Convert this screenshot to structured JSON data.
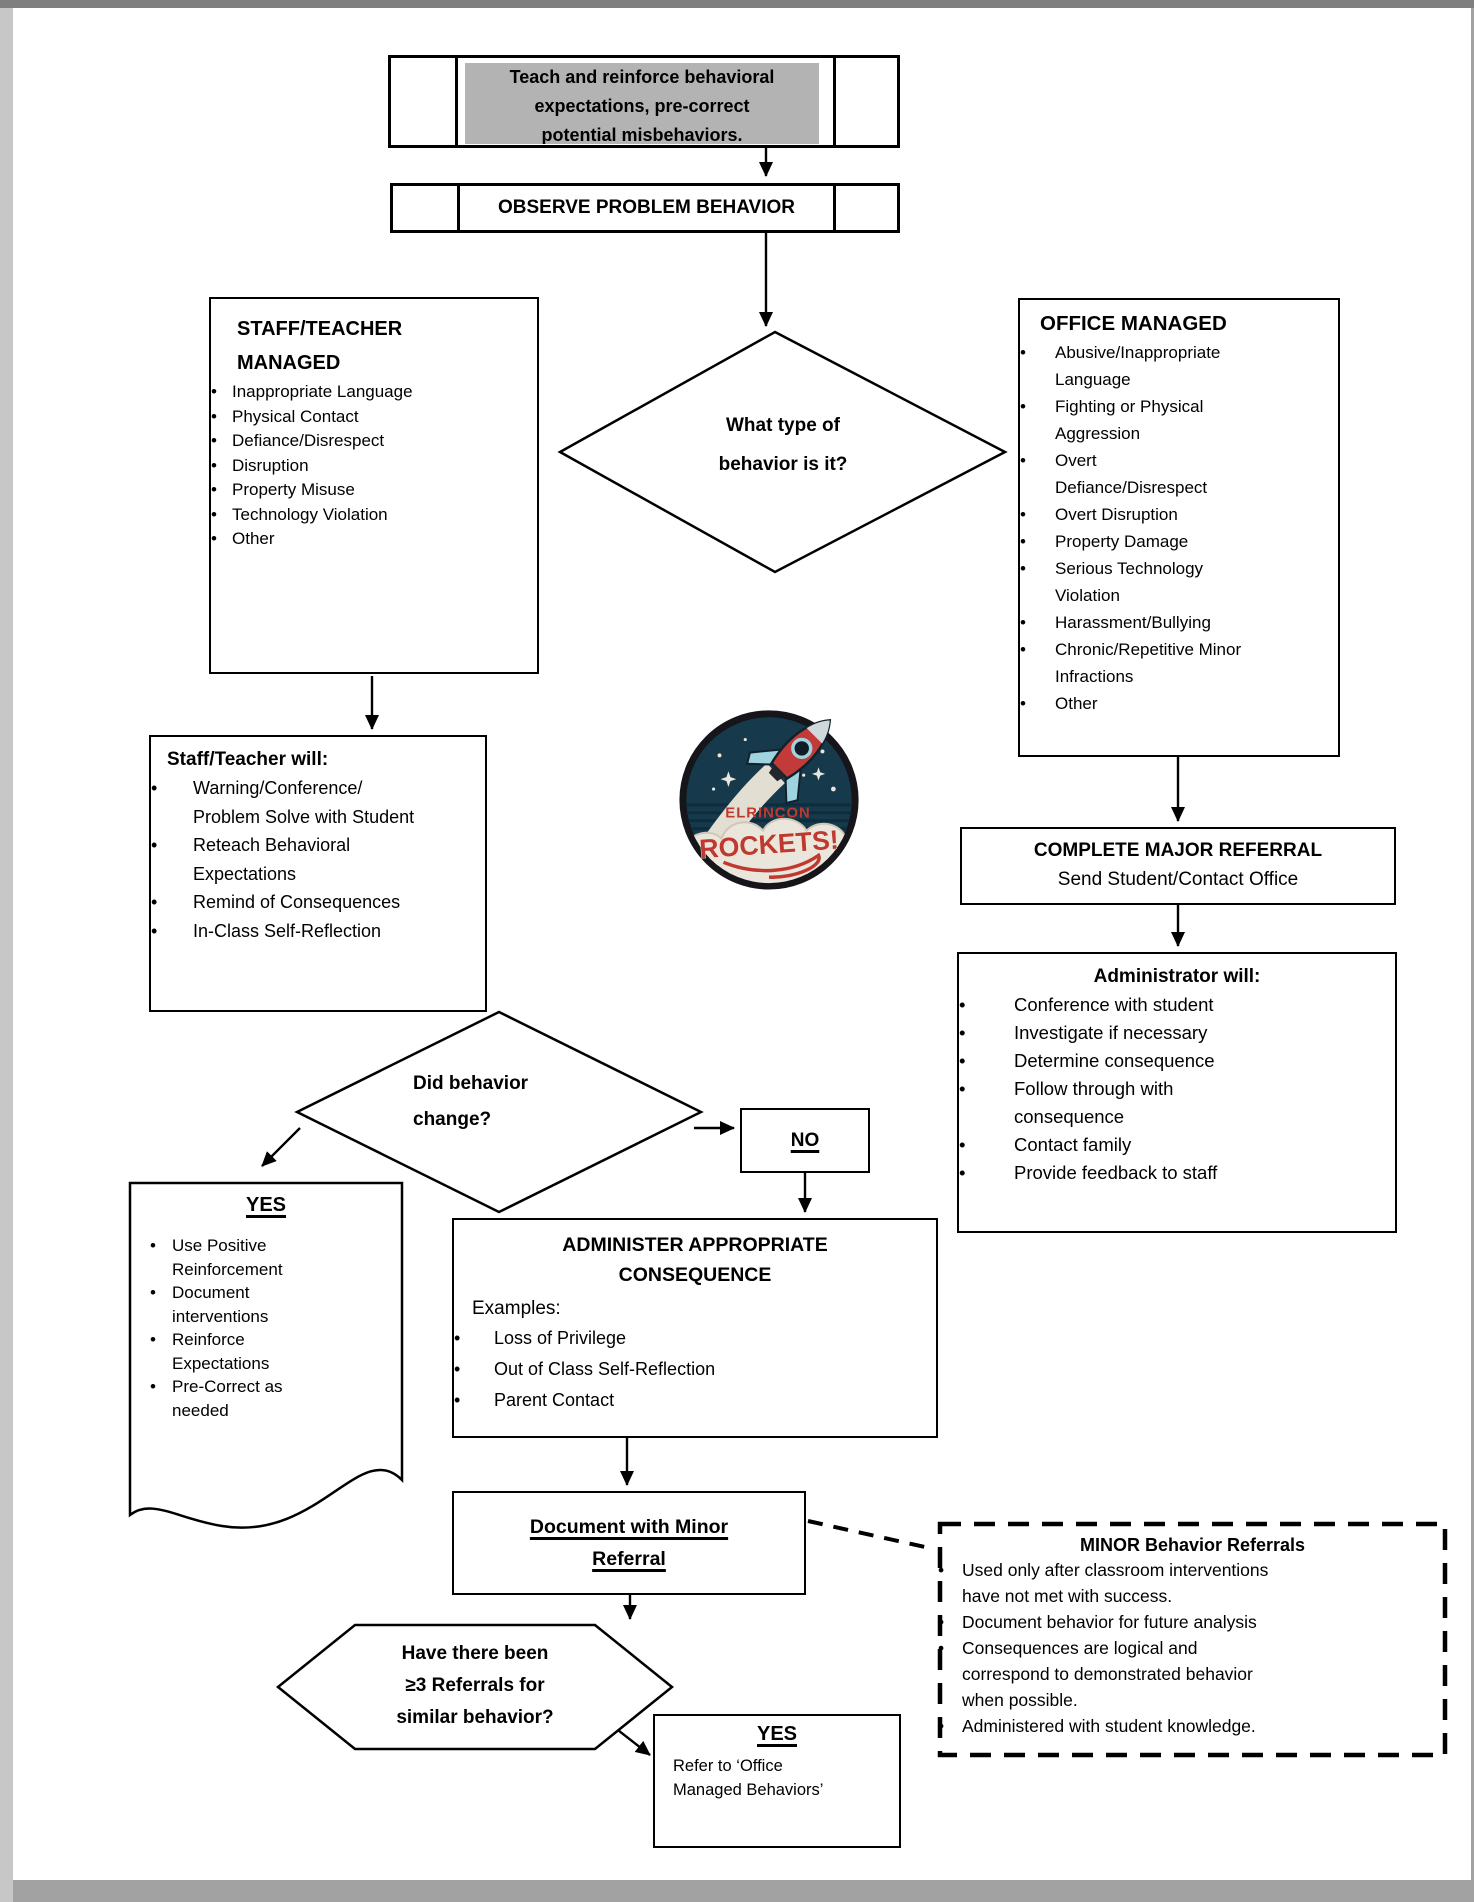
{
  "flow": {
    "teach": {
      "text": "Teach and reinforce behavioral\nexpectations, pre-correct\npotential misbehaviors."
    },
    "observe": {
      "label": "OBSERVE PROBLEM BEHAVIOR"
    },
    "type_diamond": {
      "text": "What type of\nbehavior is it?"
    },
    "staff_managed": {
      "title": "STAFF/TEACHER MANAGED",
      "items": [
        "Inappropriate Language",
        "Physical Contact",
        "Defiance/Disrespect",
        "Disruption",
        "Property Misuse",
        "Technology Violation",
        "Other"
      ]
    },
    "office_managed": {
      "title": "OFFICE MANAGED",
      "items": [
        "Abusive/Inappropriate\nLanguage",
        "Fighting or Physical\nAggression",
        "Overt\nDefiance/Disrespect",
        "Overt Disruption",
        "Property Damage",
        "Serious Technology\nViolation",
        "Harassment/Bullying",
        "Chronic/Repetitive Minor\nInfractions",
        "Other"
      ]
    },
    "staff_will": {
      "title": "Staff/Teacher will:",
      "items": [
        "Warning/Conference/\nProblem Solve with Student",
        "Reteach Behavioral\nExpectations",
        "Remind of Consequences",
        "In-Class Self-Reflection"
      ]
    },
    "logo": {
      "school": "ELRINCON",
      "team": "ROCKETS!"
    },
    "complete_referral": {
      "title": "COMPLETE MAJOR REFERRAL",
      "subtitle": "Send Student/Contact Office"
    },
    "admin_will": {
      "title": "Administrator will:",
      "items": [
        "Conference with student",
        "Investigate if necessary",
        "Determine consequence",
        "Follow through with\nconsequence",
        "Contact family",
        "Provide feedback to staff"
      ]
    },
    "change_diamond": {
      "text": "Did behavior\nchange?"
    },
    "no_box": {
      "label": "NO"
    },
    "yes_doc": {
      "title": "YES",
      "items": [
        "Use Positive\nReinforcement",
        "Document\ninterventions",
        "Reinforce\nExpectations",
        "Pre-Correct as\nneeded"
      ]
    },
    "administer": {
      "title": "ADMINISTER APPROPRIATE\nCONSEQUENCE",
      "examples_label": "Examples:",
      "items": [
        "Loss of Privilege",
        "Out of Class Self-Reflection",
        "Parent Contact"
      ]
    },
    "document_minor": {
      "label": "Document with Minor\nReferral"
    },
    "referral_hex": {
      "text": "Have there been\n≥3 Referrals for\nsimilar behavior?"
    },
    "yes_refer": {
      "title": "YES",
      "body": "Refer to ‘Office\nManaged Behaviors’"
    },
    "minor_referrals": {
      "title": "MINOR Behavior Referrals",
      "items": [
        "Used only after classroom interventions\nhave not met with success.",
        "Document behavior for future analysis",
        "Consequences are logical and\ncorrespond to demonstrated behavior\nwhen possible.",
        "Administered with student knowledge."
      ]
    }
  },
  "colors": {
    "highlight_gray": "#b3b3b3",
    "line_black": "#000000",
    "badge_navy": "#16394b",
    "badge_red": "#c0392f",
    "badge_cream": "#eae6dc",
    "badge_light_blue": "#9fd3e0"
  }
}
